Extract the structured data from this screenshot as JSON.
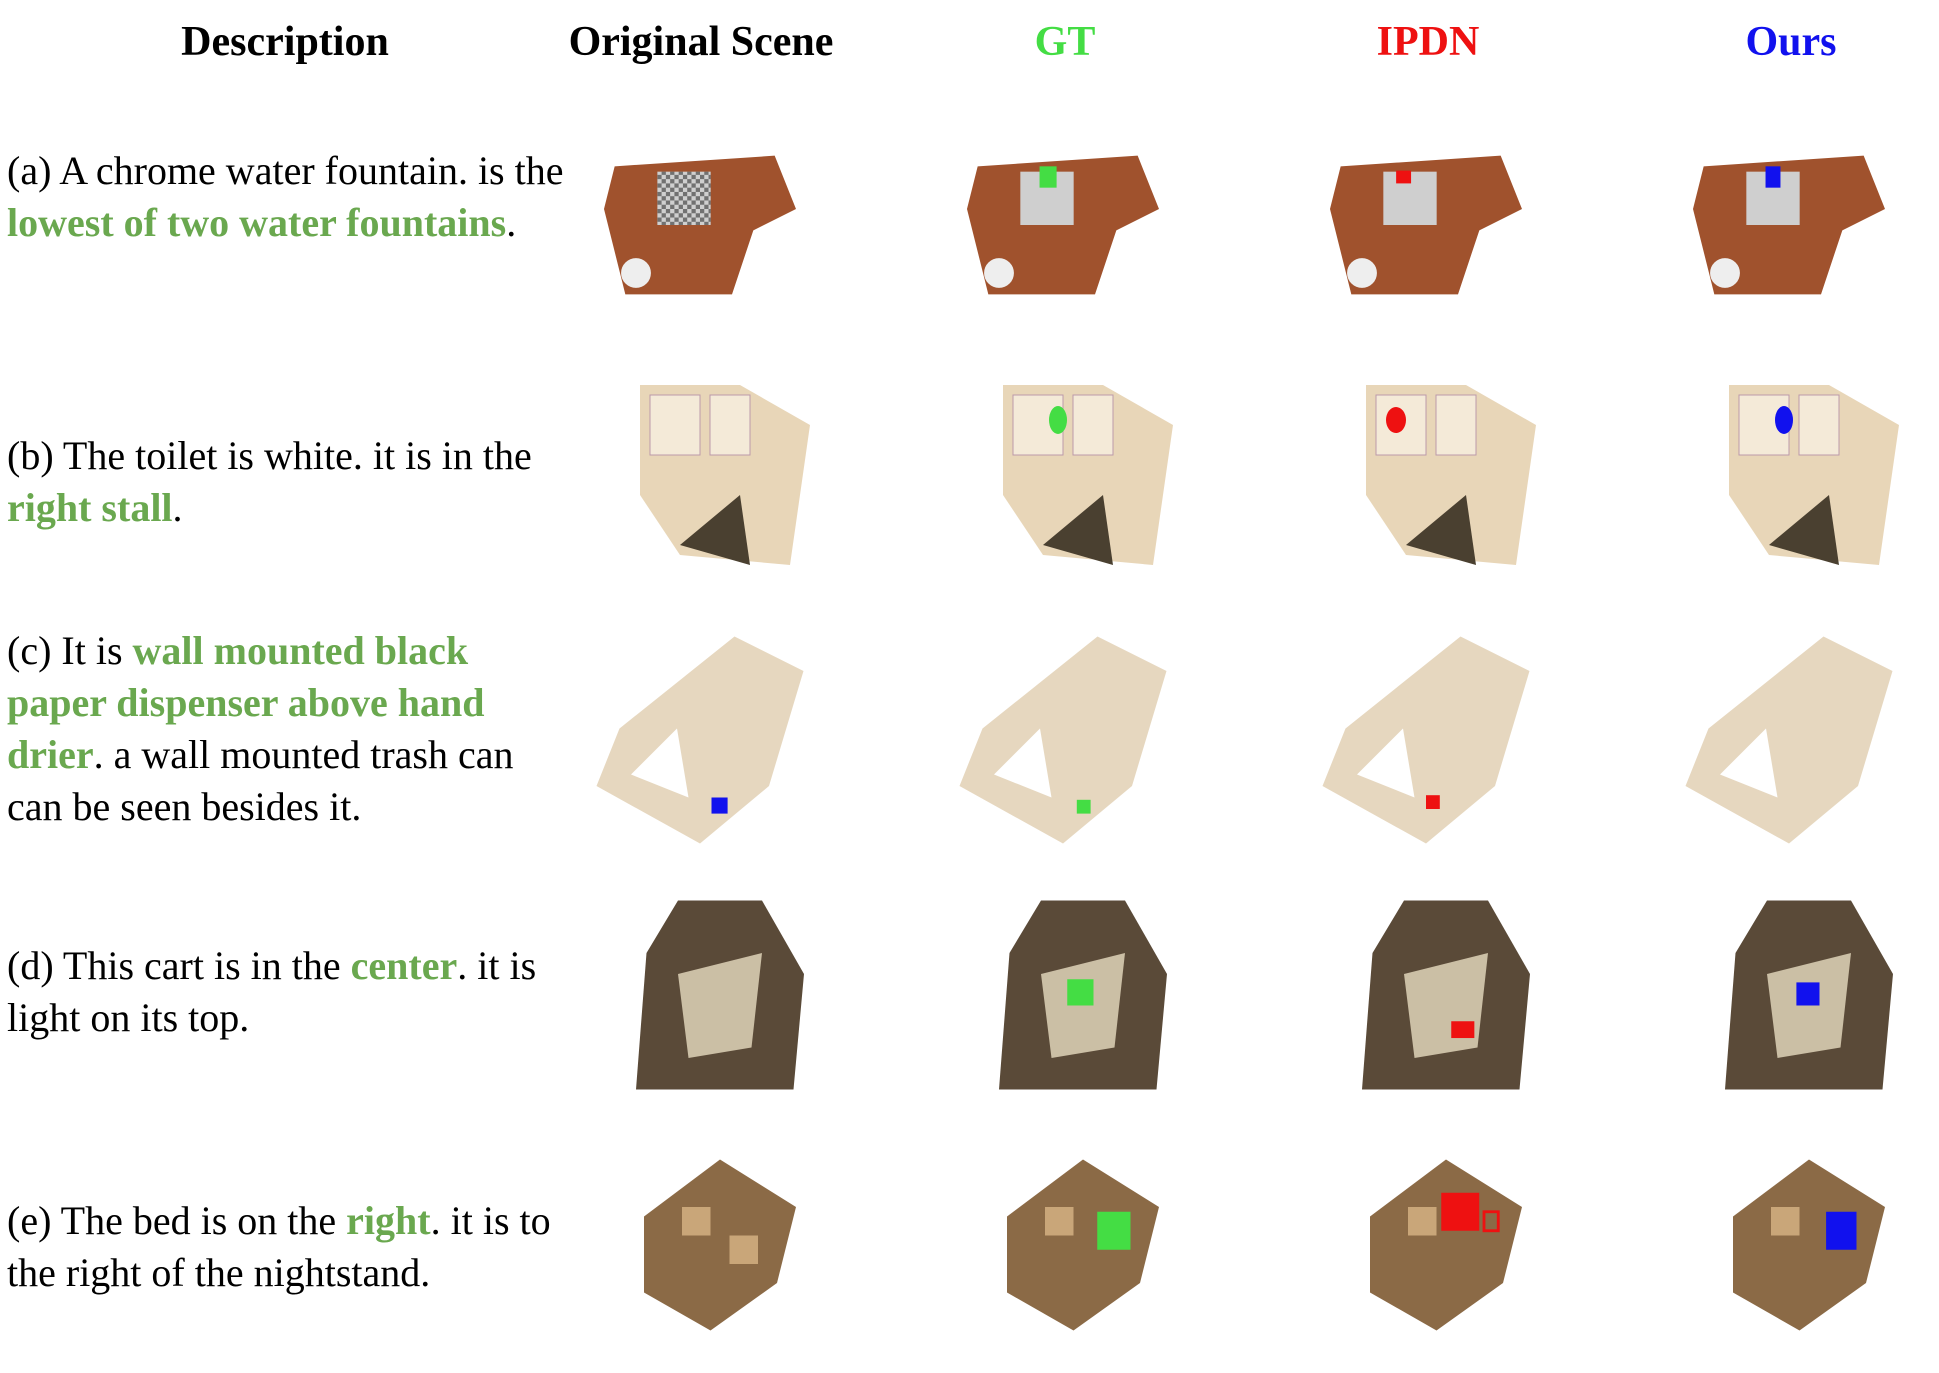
{
  "headers": {
    "description": "Description",
    "original": "Original Scene",
    "gt": "GT",
    "ipdn": "IPDN",
    "ours": "Ours"
  },
  "colors": {
    "gt": "#44dd44",
    "ipdn": "#ee1111",
    "ours": "#1111ee",
    "highlight": "#6aa84f"
  },
  "rows": [
    {
      "id": "a",
      "segments": [
        {
          "t": "(a) A chrome water fountain. is the ",
          "hl": false
        },
        {
          "t": "lowest of two water fountains",
          "hl": true
        },
        {
          "t": ".",
          "hl": false
        }
      ]
    },
    {
      "id": "b",
      "segments": [
        {
          "t": "(b) The toilet is white. it is in the ",
          "hl": false
        },
        {
          "t": "right stall",
          "hl": true
        },
        {
          "t": ".",
          "hl": false
        }
      ]
    },
    {
      "id": "c",
      "segments": [
        {
          "t": "(c) It is ",
          "hl": false
        },
        {
          "t": "wall mounted black paper dispenser above hand drier",
          "hl": true
        },
        {
          "t": ". a wall mounted trash can can be seen besides it.",
          "hl": false
        }
      ]
    },
    {
      "id": "d",
      "segments": [
        {
          "t": "(d) This cart is in the ",
          "hl": false
        },
        {
          "t": "center",
          "hl": true
        },
        {
          "t": ". it is light on its top.",
          "hl": false
        }
      ]
    },
    {
      "id": "e",
      "segments": [
        {
          "t": "(e) The bed is on the ",
          "hl": false
        },
        {
          "t": "right",
          "hl": true
        },
        {
          "t": ". it is to the right of the nightstand.",
          "hl": false
        }
      ]
    }
  ]
}
